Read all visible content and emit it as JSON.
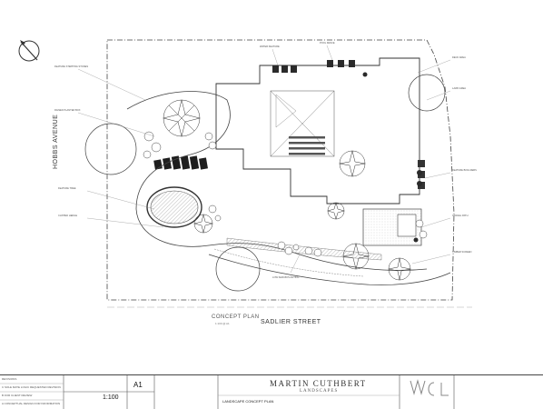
{
  "plan": {
    "street_name": "SADLIER STREET",
    "avenue_name": "HOBBS AVENUE",
    "plan_title": "CONCEPT PLAN",
    "plan_scale": "1:100 @ A1"
  },
  "title_block": {
    "sheet_size": "A1",
    "scale": "1:100",
    "firm_name": "MARTIN CUTHBERT",
    "firm_sub": "LANDSCAPES",
    "drawing_title": "LANDSCAPE CONCEPT PLAN",
    "revisions": [
      "REVISIONS",
      "C  SOLE MATE LOGIC REQUESTED REVISION",
      "B  FOR CLIENT REVIEW",
      "A  CONCEPTUAL DESIGN FOR INFORMATION"
    ]
  },
  "annotations": [
    "FEATURE STEPPING STONES",
    "RAISED PLANTER BOX",
    "FEATURE TREE",
    "CLIPPED HEDGE",
    "DECK AREA",
    "LAWN AREA",
    "FEATURE BOULDERS",
    "GRAVEL PATH",
    "TIMBER SCREEN",
    "WATER FEATURE",
    "POOL FENCE",
    "LOW SHRUB PLANTING"
  ],
  "colors": {
    "line": "#3a3a3a",
    "hatch": "#888888",
    "dark": "#1e1e1e"
  }
}
